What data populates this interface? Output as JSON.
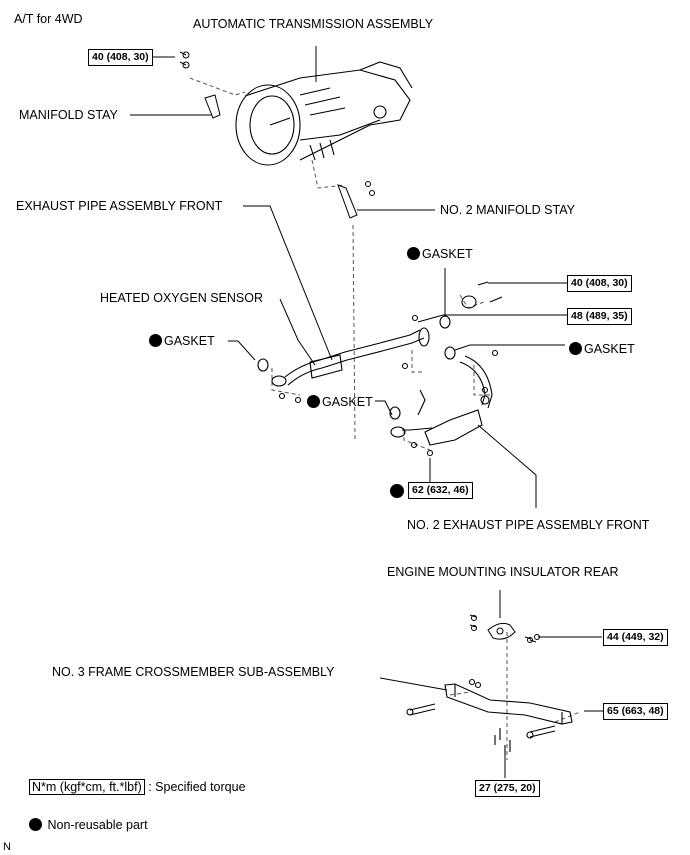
{
  "header": {
    "variant": "A/T for 4WD"
  },
  "parts": {
    "transmission": "AUTOMATIC TRANSMISSION ASSEMBLY",
    "manifold_stay": "MANIFOLD STAY",
    "no2_manifold_stay": "NO. 2 MANIFOLD STAY",
    "exhaust_front": "EXHAUST PIPE ASSEMBLY FRONT",
    "oxygen_sensor": "HEATED OXYGEN SENSOR",
    "gasket_upper": "GASKET",
    "gasket_left": "GASKET",
    "gasket_right": "GASKET",
    "gasket_lower": "GASKET",
    "no2_exhaust_front": "NO. 2 EXHAUST PIPE ASSEMBLY FRONT",
    "engine_mount": "ENGINE MOUNTING INSULATOR REAR",
    "crossmember": "NO. 3 FRAME CROSSMEMBER SUB-ASSEMBLY"
  },
  "torques": {
    "manifold_stay": "40 (408, 30)",
    "exhaust_upper": "40 (408, 30)",
    "exhaust_mid": "48 (489, 35)",
    "exhaust_nut": "62 (632, 46)",
    "engine_mount": "44 (449, 32)",
    "crossmember_side": "65 (663, 48)",
    "crossmember_bottom": "27 (275, 20)"
  },
  "legend": {
    "torque_units": "N*m (kgf*cm, ft.*lbf)",
    "torque_desc": ": Specified torque",
    "non_reusable": "Non-reusable part"
  },
  "footer": {
    "mark": "N"
  }
}
